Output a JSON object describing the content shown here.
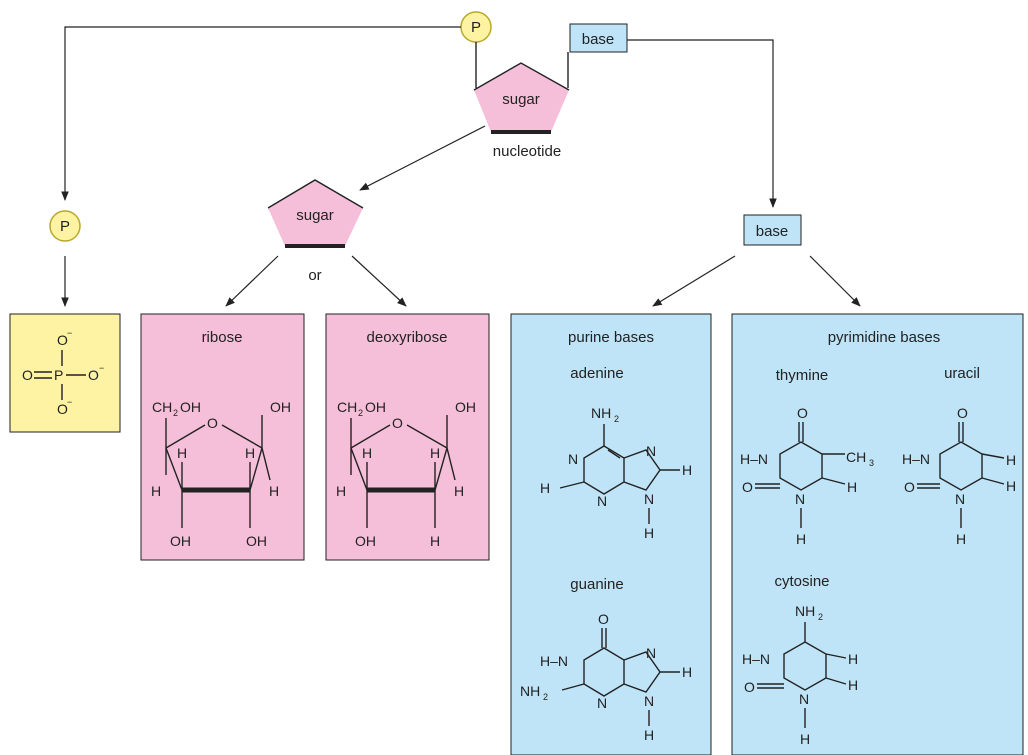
{
  "colors": {
    "phosphate_fill": "#fdf3a2",
    "phosphate_stroke": "#b8a82a",
    "sugar_fill": "#f6bfd9",
    "sugar_stroke": "#333333",
    "base_fill": "#bfe4f7",
    "line": "#222222"
  },
  "nucleotide": {
    "phosphate_label": "P",
    "base_label": "base",
    "sugar_label": "sugar",
    "caption": "nucleotide"
  },
  "phosphate": {
    "label": "P",
    "formula": {
      "o": "O",
      "p": "P",
      "minus": "−"
    }
  },
  "sugar": {
    "label": "sugar",
    "or_text": "or",
    "ribose": {
      "title": "ribose",
      "ch2oh": "CH",
      "ch2oh_sub": "2",
      "ch2oh_tail": "OH",
      "ring_o": "O",
      "oh": "OH",
      "h": "H"
    },
    "deoxyribose": {
      "title": "deoxyribose",
      "ch2oh": "CH",
      "ch2oh_sub": "2",
      "ch2oh_tail": "OH",
      "ring_o": "O",
      "oh": "OH",
      "h": "H"
    }
  },
  "base": {
    "label": "base",
    "purines": {
      "title": "purine bases",
      "adenine": "adenine",
      "guanine": "guanine"
    },
    "pyrimidines": {
      "title": "pyrimidine bases",
      "thymine": "thymine",
      "uracil": "uracil",
      "cytosine": "cytosine"
    },
    "atoms": {
      "n": "N",
      "h": "H",
      "o": "O",
      "nh": "NH",
      "nh_sub": "2",
      "ch": "CH",
      "ch_sub": "3",
      "hn": "H–N"
    }
  }
}
